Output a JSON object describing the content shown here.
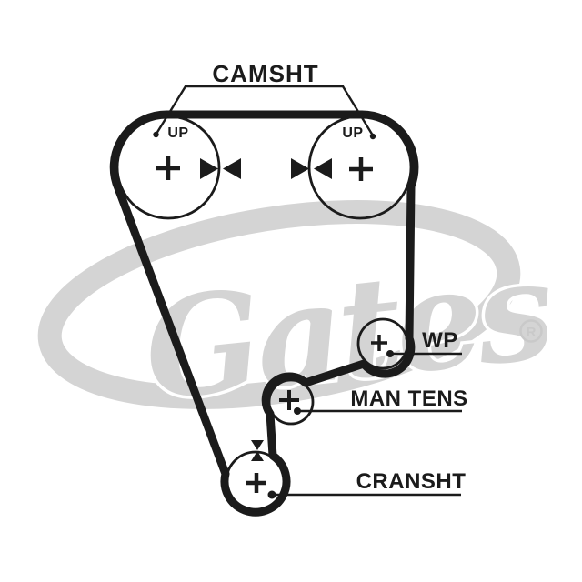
{
  "colors": {
    "ink": "#1b1b1b",
    "watermark": "#d4d4d4",
    "background": "#ffffff"
  },
  "camshaft": {
    "label": "CAMSHT",
    "left_pulley_up_label": "UP",
    "right_pulley_up_label": "UP"
  },
  "water_pump": {
    "label": "WP"
  },
  "manual_tensioner": {
    "label": "MAN TENS"
  },
  "crankshaft": {
    "label": "CRANSHT"
  },
  "watermark": {
    "brand": "Gates",
    "registered_symbol": "R"
  }
}
